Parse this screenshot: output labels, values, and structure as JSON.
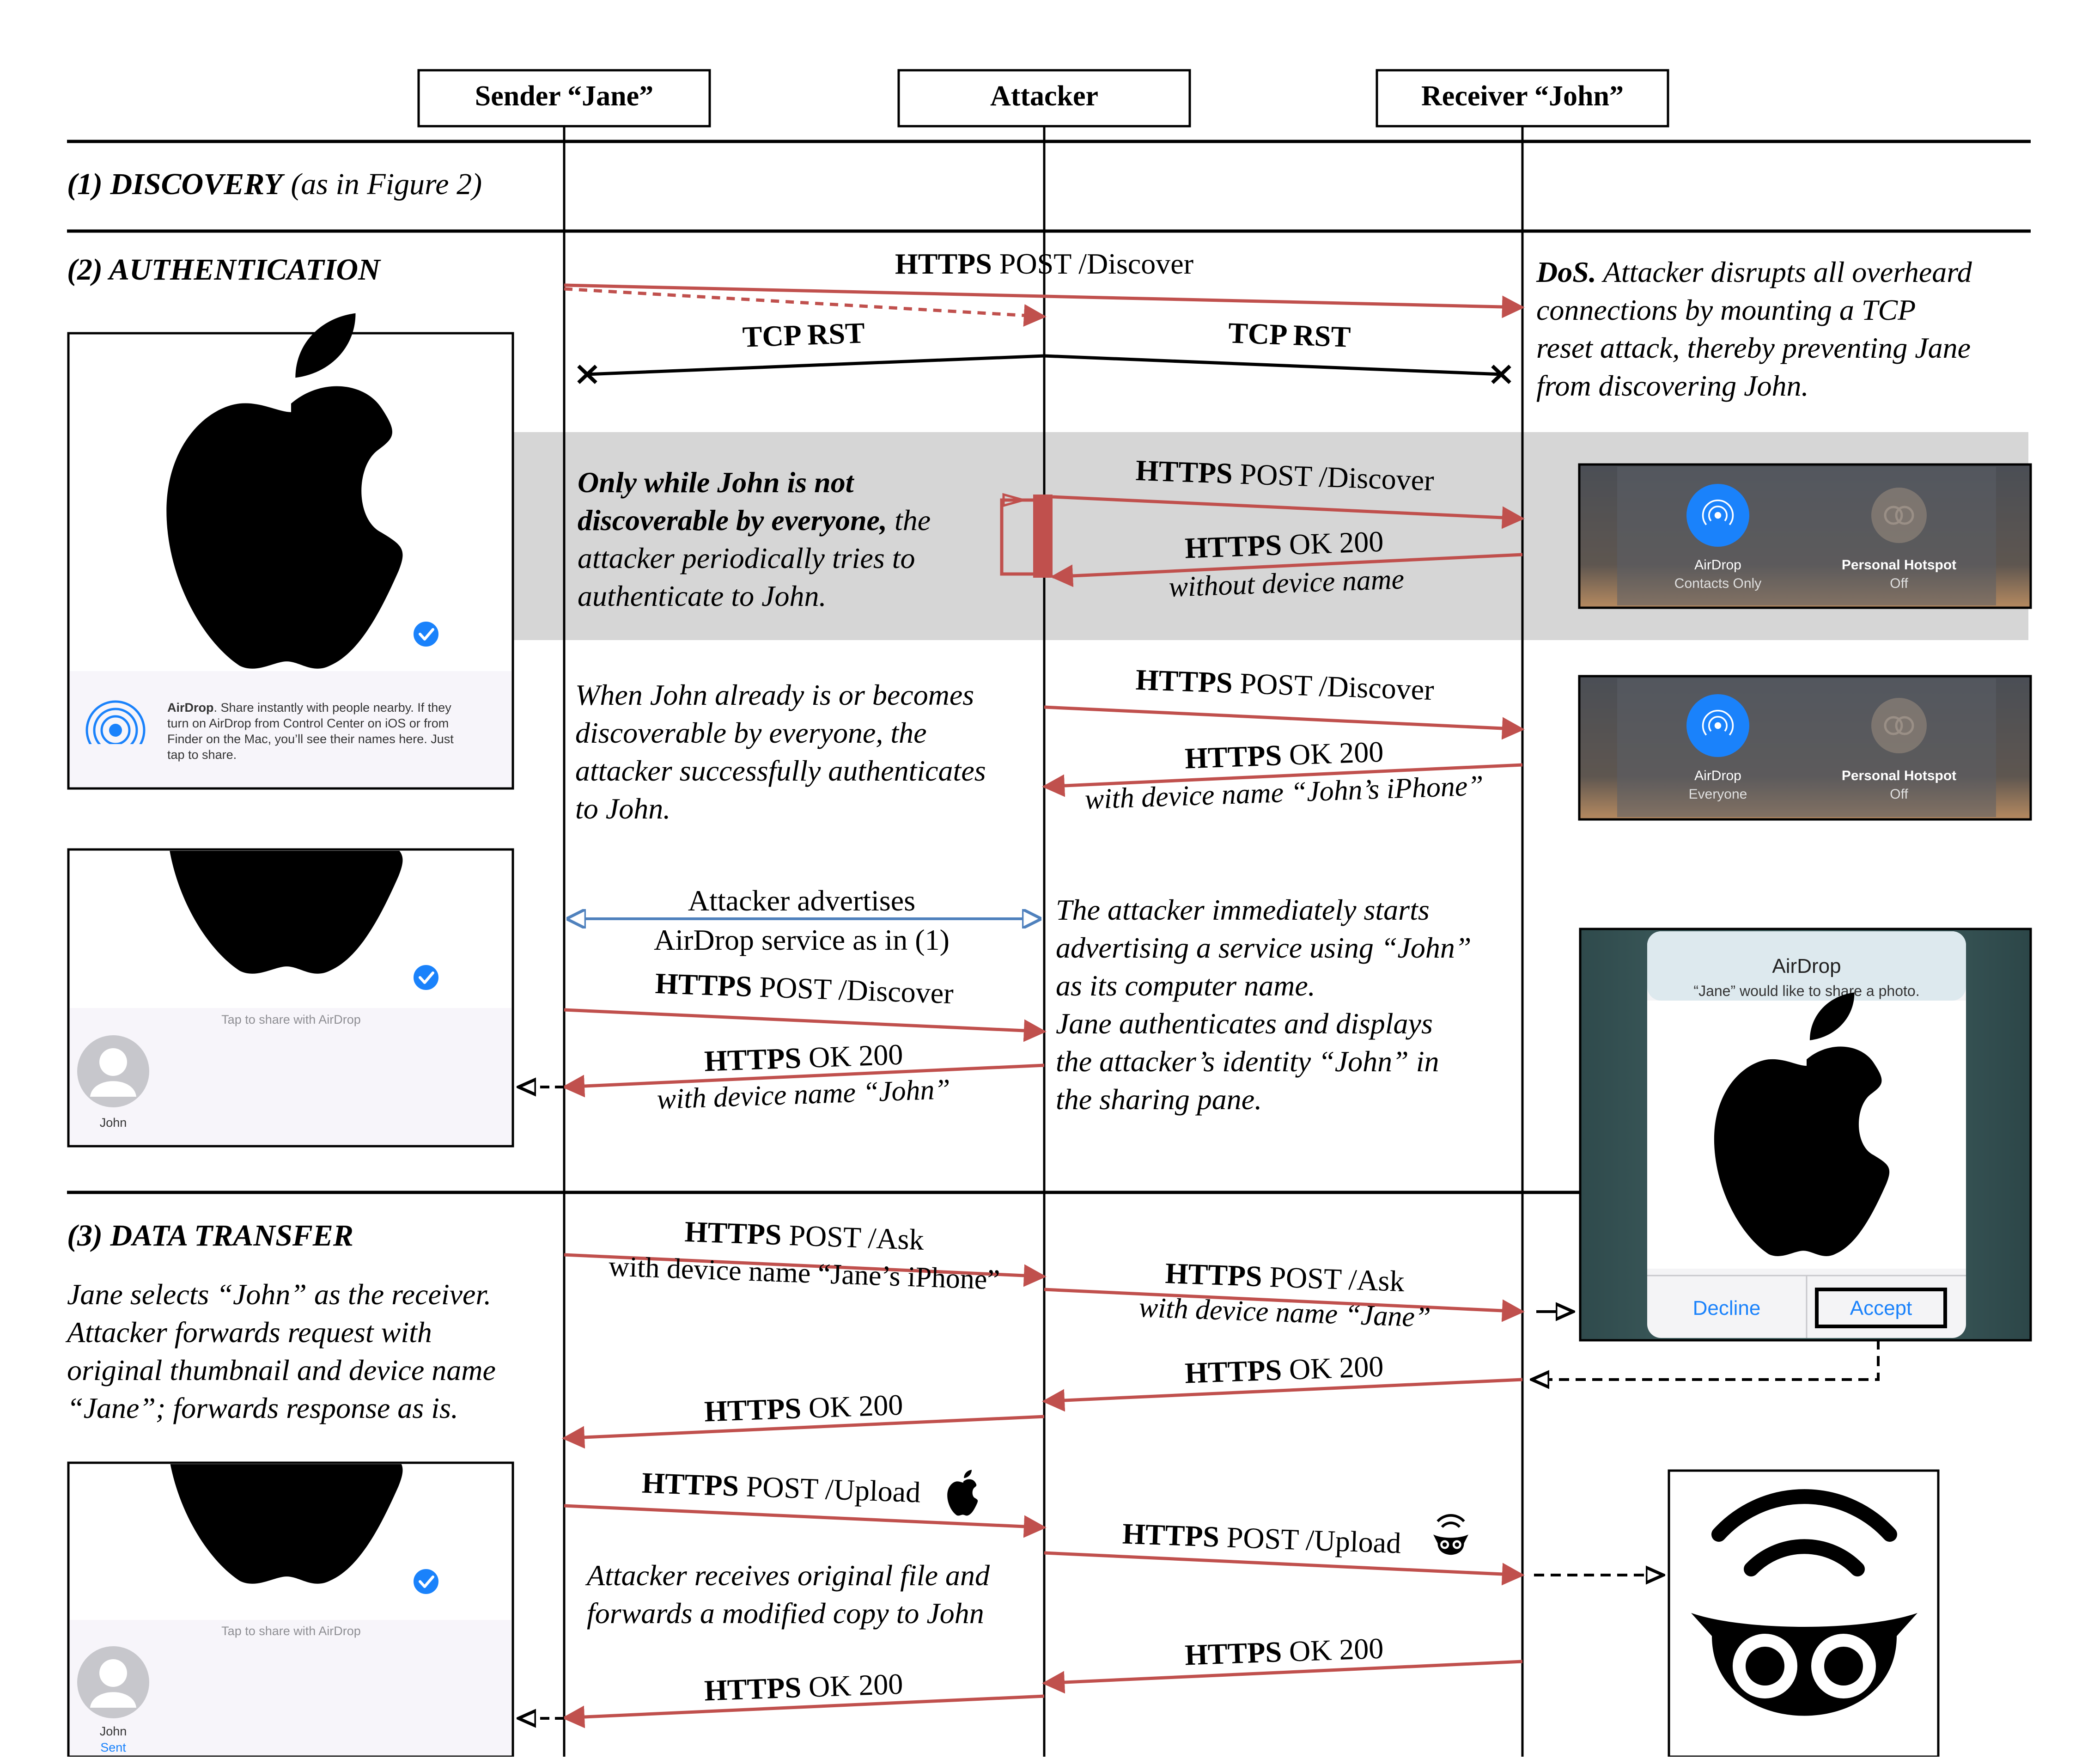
{
  "participants": {
    "sender": "Sender “Jane”",
    "attacker": "Attacker",
    "receiver": "Receiver “John”"
  },
  "sections": {
    "discovery": {
      "label": "(1) DISCOVERY",
      "note": "(as in Figure 2)"
    },
    "authentication": {
      "label": "(2) AUTHENTICATION"
    },
    "data_transfer": {
      "label": "(3) DATA TRANSFER"
    }
  },
  "messages": {
    "auth_discover": {
      "bold": "HTTPS",
      "rest": " POST /Discover"
    },
    "tcp_rst_left": "TCP RST",
    "tcp_rst_right": "TCP RST",
    "periodic_discover": {
      "bold": "HTTPS",
      "rest": " POST /Discover"
    },
    "periodic_ok": {
      "bold": "HTTPS",
      "rest": " OK 200",
      "sub": "without device name"
    },
    "success_discover": {
      "bold": "HTTPS",
      "rest": " POST /Discover"
    },
    "success_ok": {
      "bold": "HTTPS",
      "rest": " OK 200",
      "sub": "with device name “John’s iPhone”"
    },
    "advertise": {
      "line1": "Attacker advertises",
      "line2": "AirDrop service as in (1)"
    },
    "jane_discover": {
      "bold": "HTTPS",
      "rest": " POST /Discover"
    },
    "jane_ok": {
      "bold": "HTTPS",
      "rest": " OK 200",
      "sub": "with device name “John”"
    },
    "ask_left": {
      "bold": "HTTPS",
      "rest": " POST /Ask",
      "sub": "with device name “Jane’s iPhone”"
    },
    "ask_right": {
      "bold": "HTTPS",
      "rest": " POST /Ask",
      "sub": "with device name “Jane”"
    },
    "ask_ok_right": {
      "bold": "HTTPS",
      "rest": " OK 200"
    },
    "ask_ok_left": {
      "bold": "HTTPS",
      "rest": " OK 200"
    },
    "upload_left": {
      "bold": "HTTPS",
      "rest": " POST /Upload"
    },
    "upload_right": {
      "bold": "HTTPS",
      "rest": " POST /Upload"
    },
    "upload_ok_right": {
      "bold": "HTTPS",
      "rest": " OK 200"
    },
    "upload_ok_left": {
      "bold": "HTTPS",
      "rest": " OK 200"
    }
  },
  "notes": {
    "dos": {
      "lead": "DoS.",
      "lines": [
        " Attacker disrupts all overheard",
        "connections by mounting a TCP",
        "reset attack, thereby preventing Jane",
        "from discovering John."
      ]
    },
    "periodic": {
      "line1_bold": "Only while John is not",
      "line2_bold": "discoverable by everyone,",
      "line2_rest": " the",
      "lines": [
        "attacker periodically tries to",
        "authenticate to John."
      ]
    },
    "success": {
      "lines": [
        "When John already is or becomes",
        "discoverable by everyone, the",
        "attacker successfully authenticates",
        "to John."
      ]
    },
    "advertising": {
      "lines": [
        "The attacker immediately starts",
        "advertising a service using “John”",
        "as its computer name.",
        "Jane authenticates and displays",
        "the attacker’s identity “John” in",
        "the sharing pane."
      ]
    },
    "transfer": {
      "lines": [
        "Jane selects “John” as the receiver.",
        "Attacker forwards request with",
        "original thumbnail and device name",
        "“Jane”; forwards response as is."
      ]
    },
    "upload": {
      "lines": [
        "Attacker receives original file and",
        "forwards a modified copy to John"
      ]
    }
  },
  "screens": {
    "share_sheet_1": {
      "airdrop_title": "AirDrop",
      "airdrop_text_lines": [
        ". Share instantly with people nearby. If they",
        "turn on AirDrop from Control Center on iOS or from",
        "Finder on the Mac, you’ll see their names here. Just",
        "tap to share."
      ]
    },
    "share_sheet_2": {
      "tap_hint": "Tap to share with AirDrop",
      "contact": "John"
    },
    "share_sheet_3": {
      "tap_hint": "Tap to share with AirDrop",
      "contact": "John",
      "status": "Sent"
    },
    "cc_contacts_only": {
      "airdrop_label": "AirDrop",
      "airdrop_state": "Contacts Only",
      "hotspot_label": "Personal Hotspot",
      "hotspot_state": "Off"
    },
    "cc_everyone": {
      "airdrop_label": "AirDrop",
      "airdrop_state": "Everyone",
      "hotspot_label": "Personal Hotspot",
      "hotspot_state": "Off"
    },
    "airdrop_prompt": {
      "title": "AirDrop",
      "message": "“Jane” would like to share a photo.",
      "decline": "Decline",
      "accept": "Accept"
    }
  },
  "colors": {
    "message_arrow": "#c0504d",
    "advertise_arrow": "#4f81bd",
    "shade": "#d6d6d6",
    "ios_blue": "#1a82fb"
  }
}
